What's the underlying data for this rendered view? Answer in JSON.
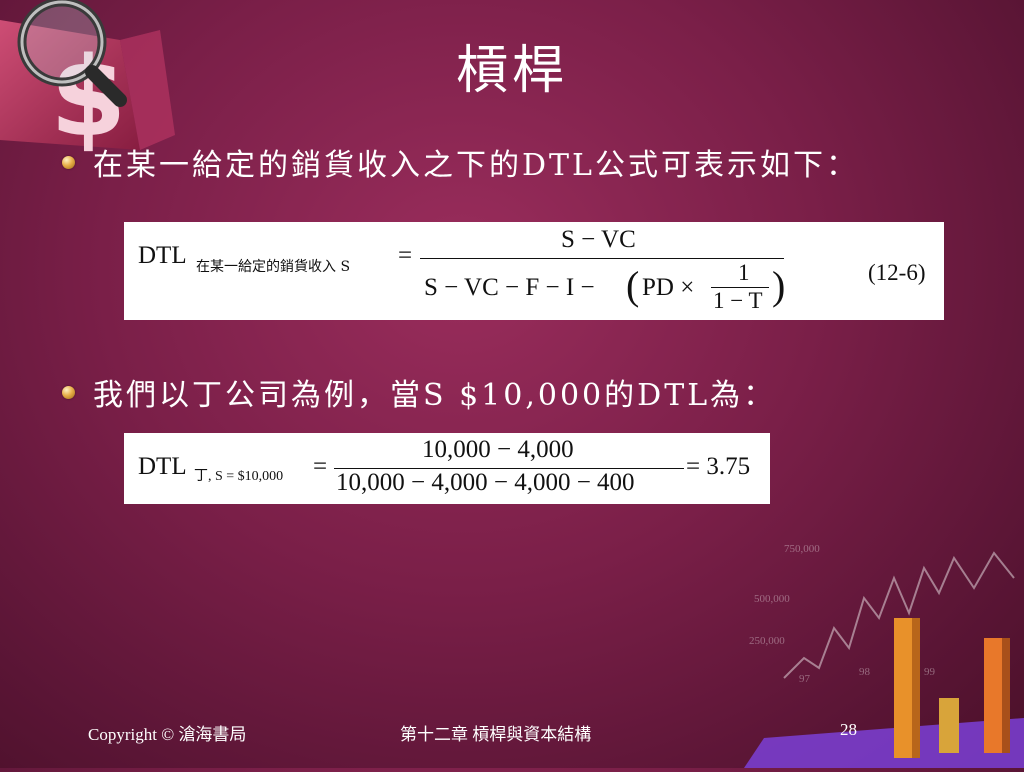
{
  "slide": {
    "title": "槓桿",
    "bullets": [
      "在某一給定的銷貨收入之下的DTL公式可表示如下：",
      "我們以丁公司為例，當S $10,000的DTL為："
    ]
  },
  "formula1": {
    "lhs": "DTL",
    "subscript": "在某一給定的銷貨收入 S",
    "equals": "=",
    "numerator": "S − VC",
    "denominator_left": "S − VC − F − I −",
    "paren_open": "(",
    "pd": "PD ×",
    "inner_num": "1",
    "inner_den": "1 − T",
    "paren_close": ")",
    "equation_number": "(12-6)"
  },
  "formula2": {
    "lhs": "DTL",
    "subscript": "丁, S = $10,000",
    "equals": "=",
    "numerator": "10,000 − 4,000",
    "denominator": "10,000 − 4,000 − 4,000 − 400",
    "result": "= 3.75"
  },
  "decoration": {
    "dollar_sign": "$",
    "chart_labels": [
      "750,000",
      "500,000",
      "250,000",
      "97",
      "98",
      "99"
    ]
  },
  "footer": {
    "copyright": "Copyright © 滄海書局",
    "chapter": "第十二章 槓桿與資本結構",
    "page_number": "28"
  },
  "colors": {
    "background": "#7a1f48",
    "bullet": "#e8b04a",
    "text": "#ffffff",
    "formula_bg": "#ffffff"
  }
}
